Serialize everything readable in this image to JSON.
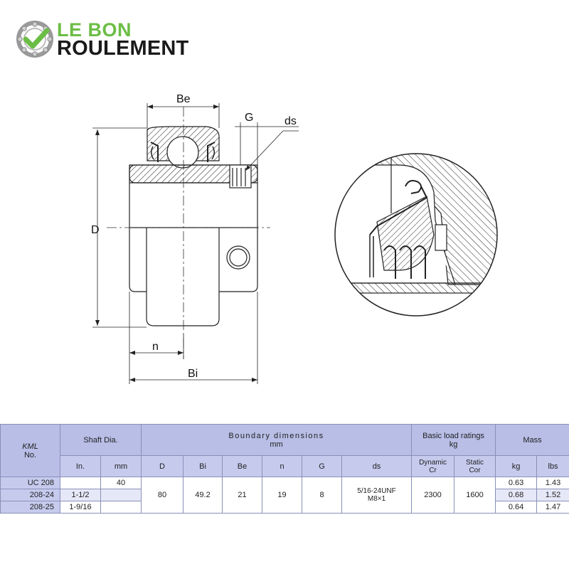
{
  "logo": {
    "line1": "LE BON",
    "line2": "ROULEMENT",
    "colors": {
      "accent": "#6cbd45",
      "dark": "#1a1a1a"
    }
  },
  "drawing": {
    "labels": {
      "be": "Be",
      "g": "G",
      "ds": "ds",
      "d": "D",
      "n": "n",
      "bi": "Bi"
    }
  },
  "table": {
    "header": {
      "kml": "KML",
      "no": "No.",
      "shaft_dia": "Shaft Dia.",
      "boundary": "Boundary dimensions",
      "boundary_unit": "mm",
      "load": "Basic load ratings",
      "load_unit": "kg",
      "mass": "Mass",
      "in": "In.",
      "mm": "mm",
      "D": "D",
      "Bi": "Bi",
      "Be": "Be",
      "n": "n",
      "G": "G",
      "ds": "ds",
      "dynamic": "Dynamic",
      "cr": "Cr",
      "static": "Static",
      "cor": "Cor",
      "kg": "kg",
      "lbs": "lbs"
    },
    "rows": [
      {
        "model": "UC 208",
        "inch": "",
        "mm": "40",
        "kg": "0.63",
        "lbs": "1.43"
      },
      {
        "model": "208-24",
        "inch": "1-1/2",
        "mm": "",
        "kg": "0.68",
        "lbs": "1.52"
      },
      {
        "model": "208-25",
        "inch": "1-9/16",
        "mm": "",
        "kg": "0.64",
        "lbs": "1.47"
      }
    ],
    "shared": {
      "D": "80",
      "Bi": "49.2",
      "Be": "21",
      "n": "19",
      "G": "8",
      "ds_line1": "5/16-24UNF",
      "ds_line2": "M8×1",
      "cr": "2300",
      "cor": "1600"
    }
  }
}
